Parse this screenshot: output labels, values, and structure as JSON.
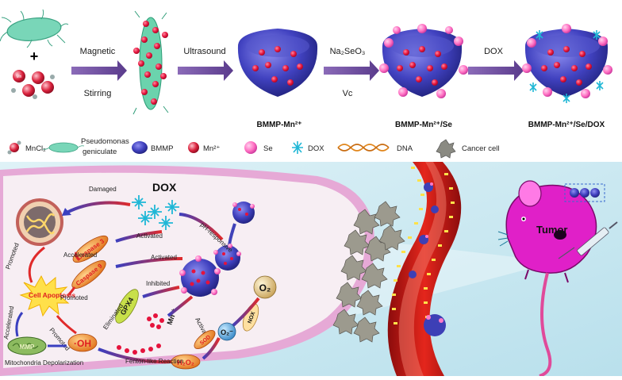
{
  "synthesis": {
    "plus": "+",
    "mn_badge": "Mn",
    "arrow1_top": "Magnetic",
    "arrow1_bottom": "Stirring",
    "arrow2_top": "Ultrasound",
    "arrow3_top": "Na₂SeO₃",
    "arrow3_bottom": "Vc",
    "arrow4_top": "DOX",
    "product1": "BMMP-Mn²⁺",
    "product2": "BMMP-Mn²⁺/Se",
    "product3": "BMMP-Mn²⁺/Se/DOX"
  },
  "legend": {
    "mncl2": "MnCl₂",
    "pseudomonas_1": "Pseudomonas",
    "pseudomonas_2": "geniculate",
    "bmmp": "BMMP",
    "mn2": "Mn²⁺",
    "se": "Se",
    "dox": "DOX",
    "dna": "DNA",
    "cancer_cell": "Cancer cell"
  },
  "mechanism": {
    "damaged": "Damaged",
    "dox": "DOX",
    "ph_responsive": "pH-responsive",
    "activated_1": "Activated",
    "activated_2": "Activated",
    "activated_3": "Activated",
    "accelerated_1": "Accelerated",
    "accelerated_2": "Accelerated",
    "promoted_1": "Promoted",
    "promoted_2": "Promoted",
    "promoted_3": "Promoted",
    "inhibited": "Inhibited",
    "eliminated": "Eliminated",
    "caspase3": "Caspase 3",
    "caspase9": "Caspase 9",
    "gpx4": "GPX4",
    "cell_apoptosis": "Cell Apoptosis",
    "mn2_label": "Mn²⁺",
    "o2": "O₂",
    "o2_radical": "O₂⁻",
    "nox": "NOX",
    "sod": "SOD",
    "oh": "·OH",
    "h2o2": "H₂O₂",
    "fenton": "Fenton-like Reaction",
    "mito": "Mitochondria Depolarization",
    "mmp": "MMP"
  },
  "tumor": {
    "tumor_label": "Tumor"
  },
  "colors": {
    "arrow_purple": "#6a4a9a",
    "bmmp_blue": "#3d3fb6",
    "mn_red": "#e5133c",
    "se_pink": "#ff79c8",
    "dox_cyan": "#1fb7d6",
    "mouse_magenta": "#e020c8",
    "vessel_red": "#d8201c"
  }
}
